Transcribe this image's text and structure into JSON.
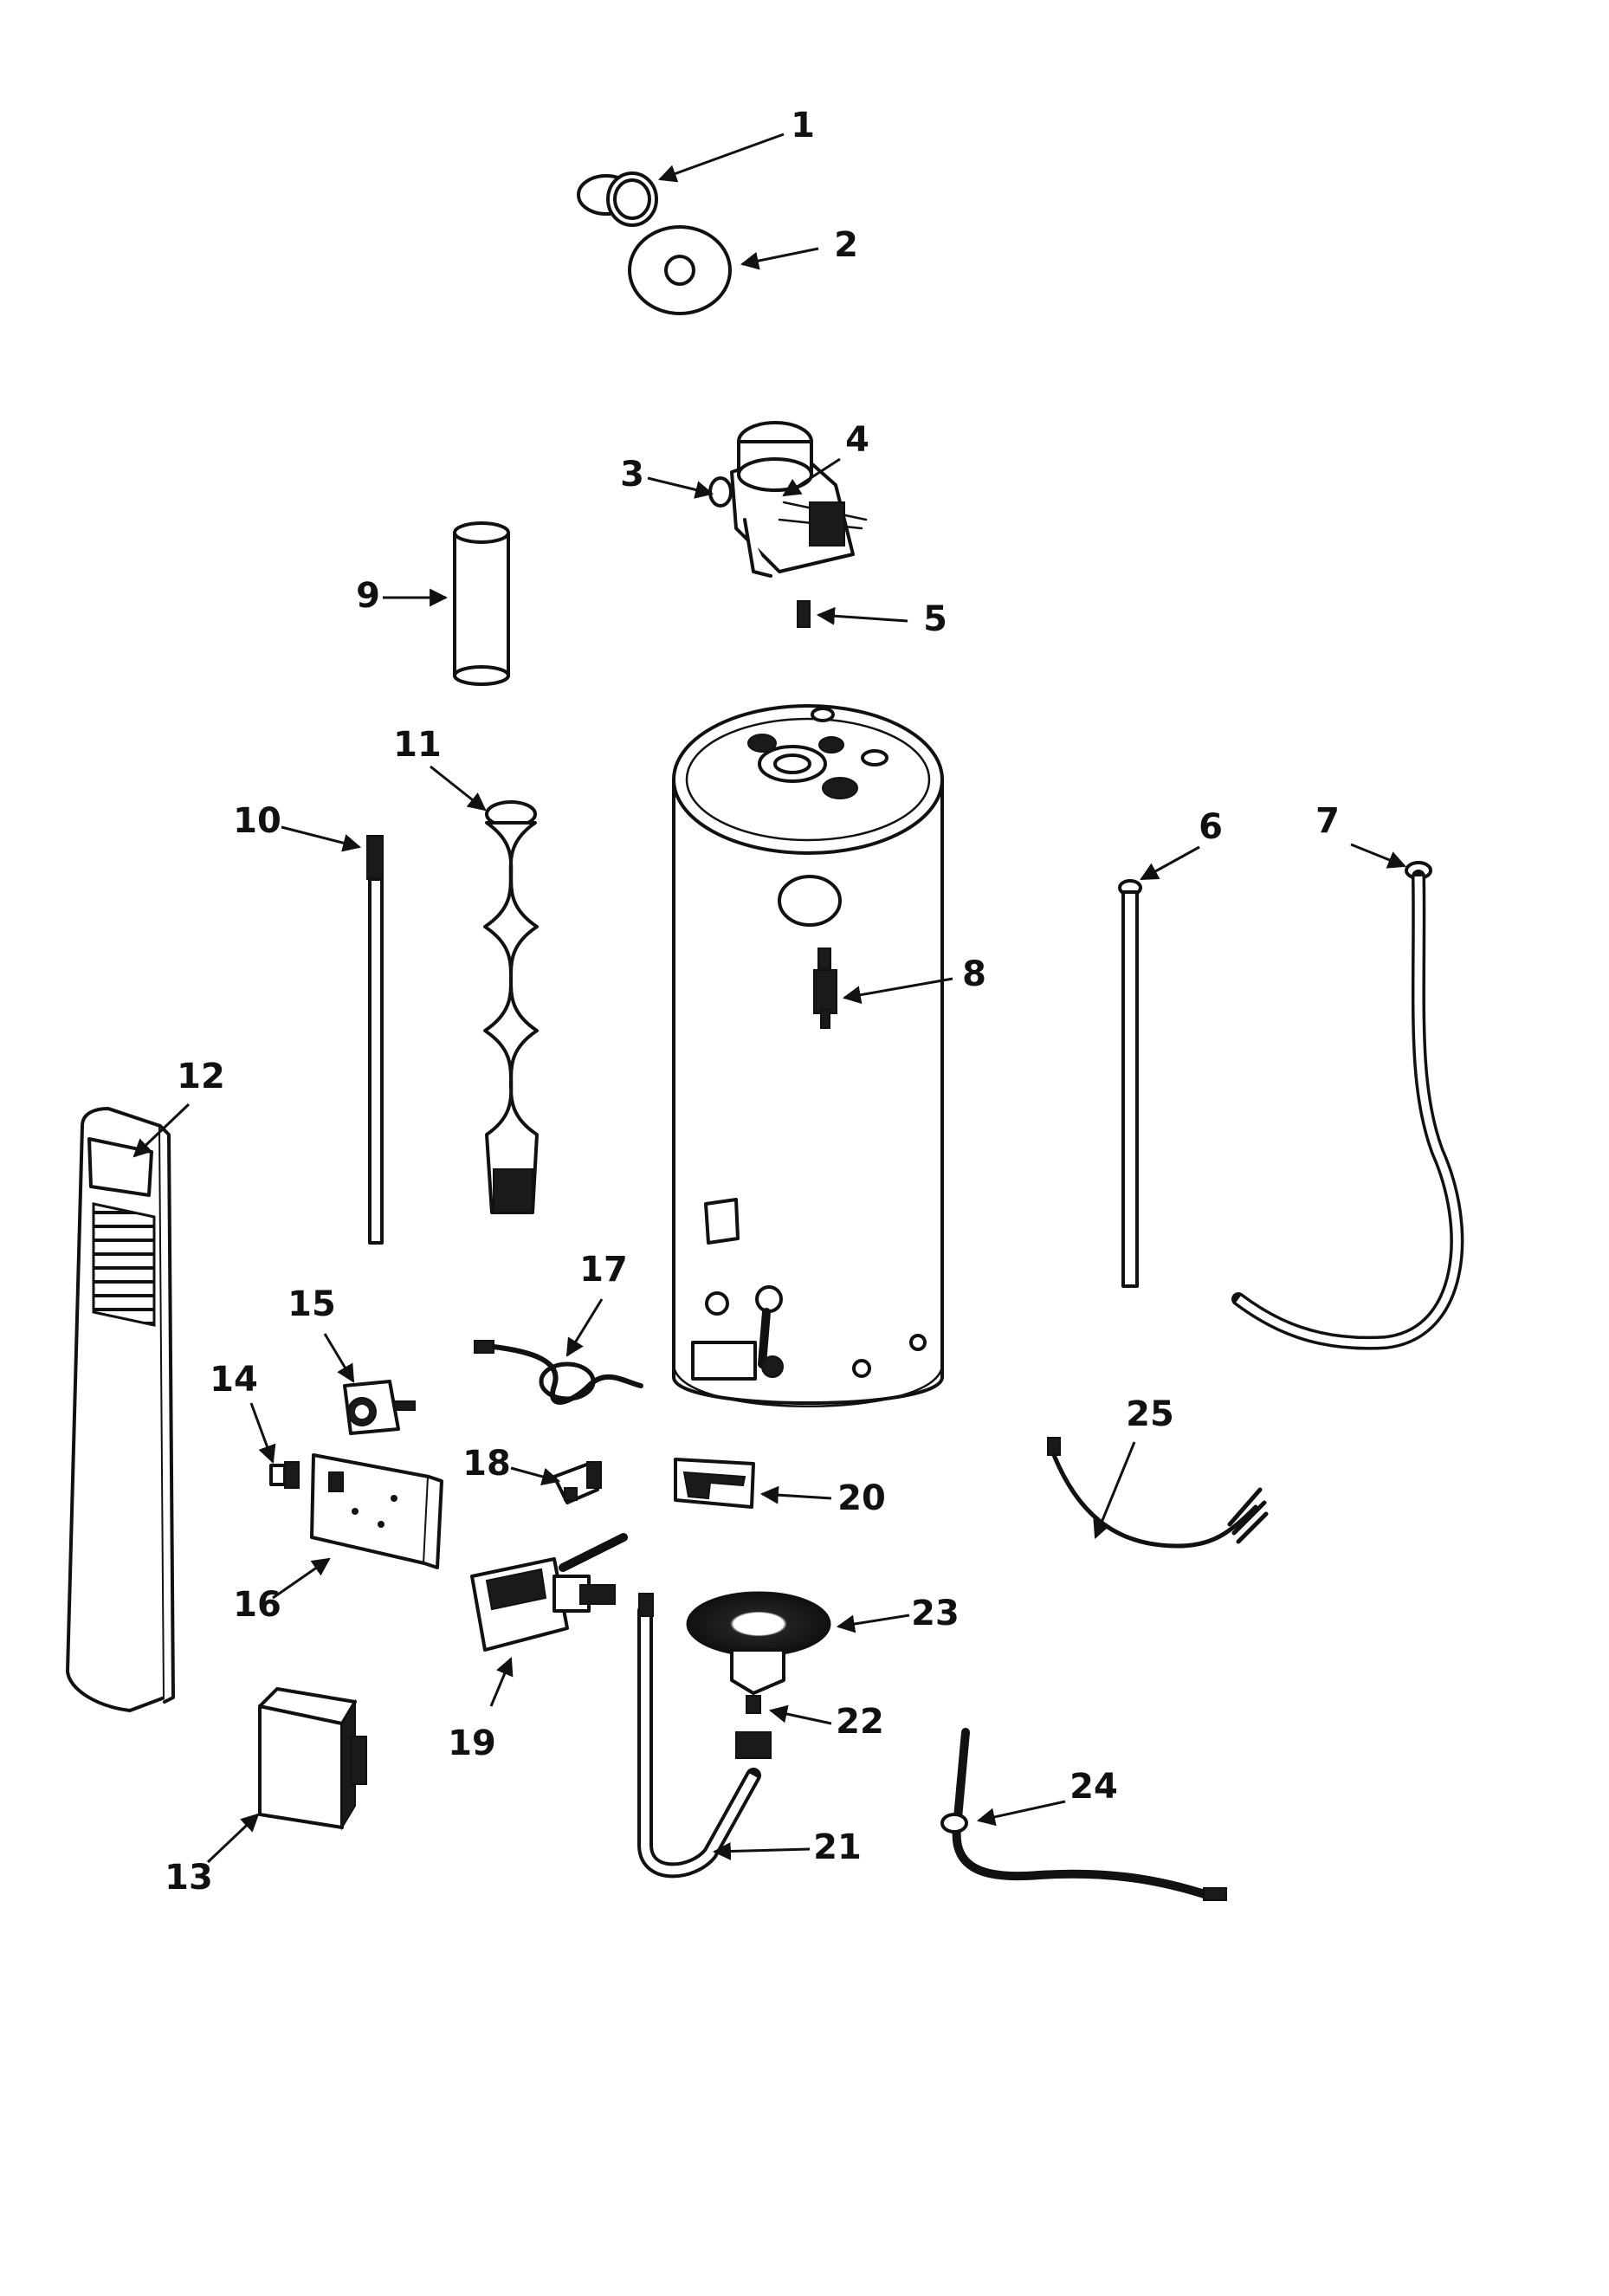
{
  "callouts": [
    {
      "key": "p1",
      "label": "1"
    },
    {
      "key": "p2",
      "label": "2"
    },
    {
      "key": "p3",
      "label": "3"
    },
    {
      "key": "p4",
      "label": "4"
    },
    {
      "key": "p5",
      "label": "5"
    },
    {
      "key": "p6",
      "label": "6"
    },
    {
      "key": "p7",
      "label": "7"
    },
    {
      "key": "p8",
      "label": "8"
    },
    {
      "key": "p9",
      "label": "9"
    },
    {
      "key": "p10",
      "label": "10"
    },
    {
      "key": "p11",
      "label": "11"
    },
    {
      "key": "p12",
      "label": "12"
    },
    {
      "key": "p13",
      "label": "13"
    },
    {
      "key": "p14",
      "label": "14"
    },
    {
      "key": "p15",
      "label": "15"
    },
    {
      "key": "p16",
      "label": "16"
    },
    {
      "key": "p17",
      "label": "17"
    },
    {
      "key": "p18",
      "label": "18"
    },
    {
      "key": "p19",
      "label": "19"
    },
    {
      "key": "p20",
      "label": "20"
    },
    {
      "key": "p21",
      "label": "21"
    },
    {
      "key": "p22",
      "label": "22"
    },
    {
      "key": "p23",
      "label": "23"
    },
    {
      "key": "p24",
      "label": "24"
    },
    {
      "key": "p25",
      "label": "25"
    }
  ]
}
